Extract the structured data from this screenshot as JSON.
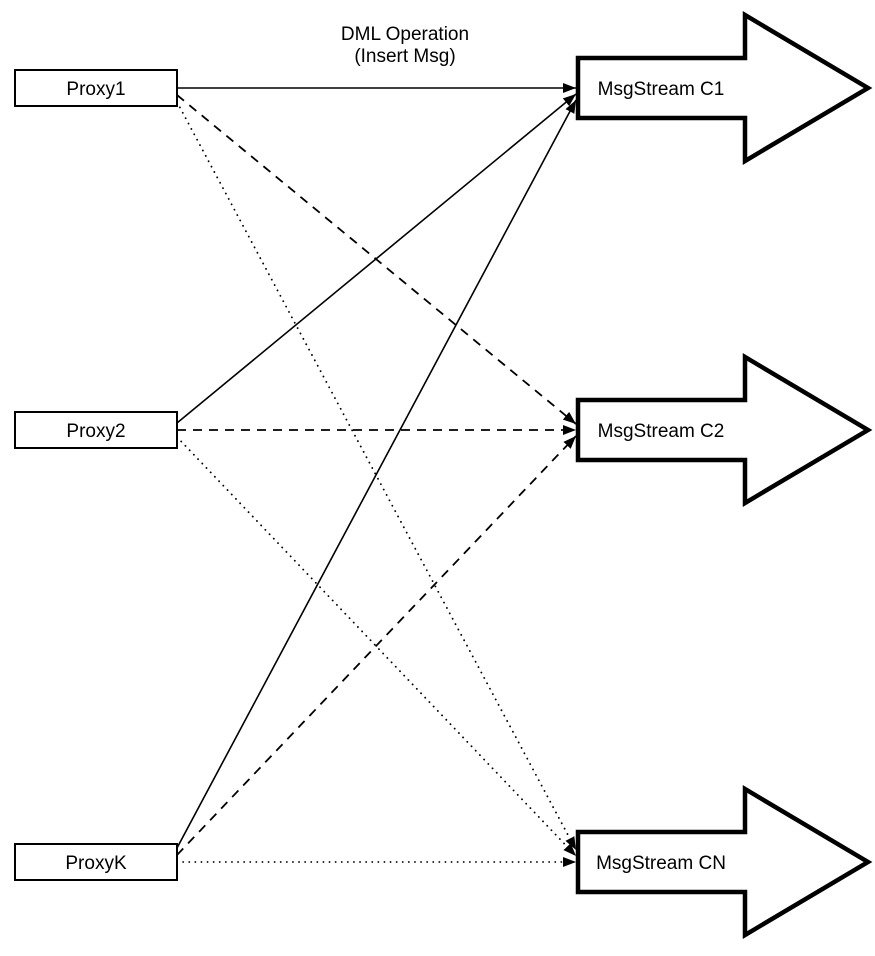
{
  "diagram": {
    "top_label": {
      "line1": "DML Operation",
      "line2": "(Insert Msg)"
    },
    "proxies": [
      {
        "id": "proxy1",
        "label": "Proxy1"
      },
      {
        "id": "proxy2",
        "label": "Proxy2"
      },
      {
        "id": "proxyK",
        "label": "ProxyK"
      }
    ],
    "streams": [
      {
        "id": "c1",
        "label": "MsgStream C1"
      },
      {
        "id": "c2",
        "label": "MsgStream C2"
      },
      {
        "id": "cn",
        "label": "MsgStream CN"
      }
    ],
    "edges": [
      {
        "from": "proxy1",
        "to": "c1",
        "style": "solid"
      },
      {
        "from": "proxy1",
        "to": "c2",
        "style": "dashed"
      },
      {
        "from": "proxy1",
        "to": "cn",
        "style": "dotted"
      },
      {
        "from": "proxy2",
        "to": "c1",
        "style": "solid"
      },
      {
        "from": "proxy2",
        "to": "c2",
        "style": "dashed"
      },
      {
        "from": "proxy2",
        "to": "cn",
        "style": "dotted"
      },
      {
        "from": "proxyK",
        "to": "c1",
        "style": "solid"
      },
      {
        "from": "proxyK",
        "to": "c2",
        "style": "dashed"
      },
      {
        "from": "proxyK",
        "to": "cn",
        "style": "dotted"
      }
    ],
    "colors": {
      "stroke": "#000000",
      "fill": "#ffffff"
    }
  }
}
